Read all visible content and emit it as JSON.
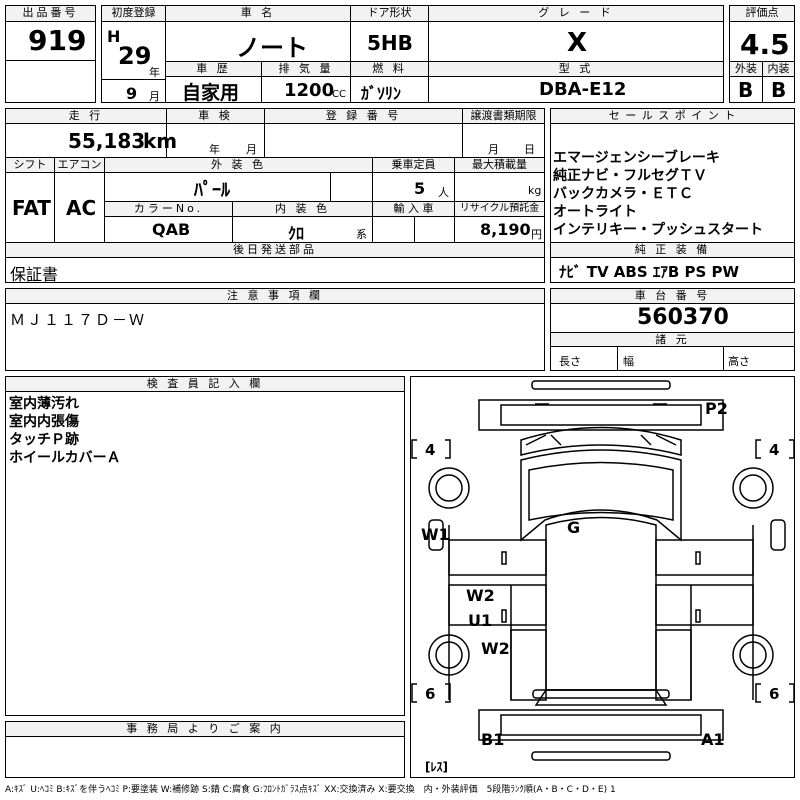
{
  "header": {
    "lot_label": "出品番号",
    "lot_value": "919",
    "first_reg_label": "初度登録",
    "era": "H",
    "year_value": "29",
    "year_unit": "年",
    "month_value": "9",
    "month_unit": "月",
    "car_name_label": "車 名",
    "car_name": "ノート",
    "history_label": "車 歴",
    "history_value": "自家用",
    "displacement_label": "排 気 量",
    "displacement_value": "1200",
    "displacement_unit": "CC",
    "door_label": "ドア形状",
    "door_value": "5HB",
    "fuel_label": "燃 料",
    "fuel_value": "ｶﾞｿﾘﾝ",
    "grade_label": "グ レ ー ド",
    "grade_value": "X",
    "model_label": "型 式",
    "model_value": "DBA-E12",
    "score_label": "評価点",
    "score_value": "4.5",
    "ext_label": "外装",
    "ext_value": "B",
    "int_label": "内装",
    "int_value": "B"
  },
  "row2": {
    "mileage_label": "走 行",
    "mileage_value": "55,183",
    "mileage_unit": "km",
    "inspection_label": "車 検",
    "insp_year_unit": "年",
    "insp_month_unit": "月",
    "reg_no_label": "登 録 番 号",
    "transfer_label": "譲渡書類期限",
    "transfer_month_unit": "月",
    "transfer_day_unit": "日",
    "shift_label": "シフト",
    "shift_value": "FAT",
    "ac_label": "エアコン",
    "ac_value": "AC",
    "ext_color_label": "外 装 色",
    "ext_color_value": "ﾊﾟｰﾙ",
    "capacity_label": "乗車定員",
    "capacity_value": "5",
    "capacity_unit": "人",
    "load_label": "最大積載量",
    "load_unit": "kg",
    "color_no_label": "カラーNo.",
    "color_no_value": "QAB",
    "int_color_label": "内 装 色",
    "int_color_value": "ｸﾛ",
    "int_color_unit": "系",
    "import_label": "輸 入 車",
    "recycle_label": "リサイクル預託金",
    "recycle_value": "8,190",
    "recycle_unit": "円",
    "later_label": "後日発送部品",
    "later_value": "保証書"
  },
  "sales": {
    "label": "セ ー ル ス ポ イ ン ト",
    "points": [
      "エマージェンシーブレーキ",
      "純正ナビ・フルセグＴＶ",
      "バックカメラ・ＥＴＣ",
      "オートライト",
      "インテリキー・プッシュスタート"
    ],
    "equip_label": "純 正 装 備",
    "equip_value": "ﾅﾋﾞ TV ABS ｴｱB PS PW"
  },
  "notes": {
    "label": "注 意 事 項 欄",
    "value": "ＭＪ１１７Ｄ－Ｗ"
  },
  "chassis": {
    "label": "車 台 番 号",
    "value": "560370",
    "spec_label": "諸 元",
    "length_label": "長さ",
    "width_label": "幅",
    "height_label": "高さ"
  },
  "inspector": {
    "label": "検 査 員 記 入 欄",
    "lines": [
      "室内薄汚れ",
      "室内内張傷",
      "タッチＰ跡",
      "ホイールカバーＡ"
    ]
  },
  "office": {
    "label": "事 務 局 よ り ご 案 内"
  },
  "diagram": {
    "marks": {
      "p2": "P2",
      "g": "G",
      "w1": "W1",
      "w2a": "W2",
      "u1": "U1",
      "w2b": "W2",
      "b1": "B1",
      "a1": "A1",
      "les": "[ﾚｽ]",
      "tire_fl": "4",
      "tire_fr": "4",
      "tire_rl": "6",
      "tire_rr": "6"
    }
  },
  "legend": "A:ｷｽﾞ U:ﾍｺﾐ B:ｷｽﾞを伴うﾍｺﾐ P:要塗装 W:補修跡 S:錆 C:腐食 G:ﾌﾛﾝﾄｶﾞﾗｽ点ｷｽﾞ XX:交換済み X:要交換　内・外装評価　5段階ﾗﾝｸ順(A・B・C・D・E) 1"
}
